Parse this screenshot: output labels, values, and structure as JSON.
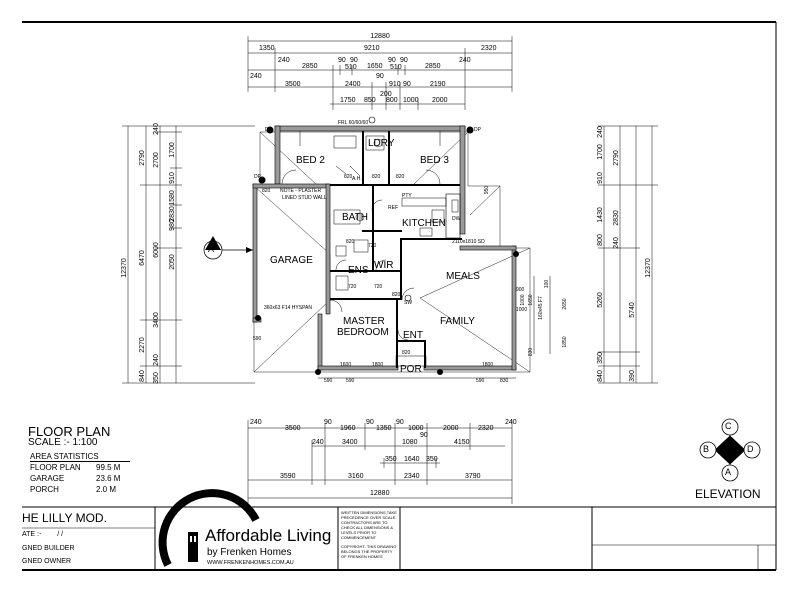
{
  "header": {
    "floor_plan_title": "FLOOR PLAN",
    "scale": "SCALE :- 1:100",
    "area_heading": "AREA STATISTICS",
    "areas": [
      {
        "name": "FLOOR PLAN",
        "value": "99.5 M"
      },
      {
        "name": "GARAGE",
        "value": "23.6 M"
      },
      {
        "name": "PORCH",
        "value": "2.0 M"
      }
    ]
  },
  "rooms": {
    "bed2": "BED 2",
    "bed3": "BED 3",
    "ldry": "LDRY",
    "bath": "BATH",
    "kitchen": "KITCHEN",
    "garage": "GARAGE",
    "meals": "MEALS",
    "ens": "ENS",
    "wir": "WIR",
    "master": "MASTER",
    "bedroom": "BEDROOM",
    "family": "FAMILY",
    "ent": "ENT",
    "por": "POR"
  },
  "notes": {
    "plaster": "NOTE - PLASTER",
    "plaster2": "LINED STUD WALL",
    "frl": "FRL 60/60/60",
    "hyspan": "360x63 F14 HYSPAN",
    "sd": "2110x1810 SD",
    "dp": "DP",
    "sw": "SW",
    "ref": "REF",
    "pty": "PTY",
    "dw": "DW",
    "ac": "A.H."
  },
  "dims": {
    "top_overall": "12880",
    "top_row1": [
      "1350",
      "9210",
      "2320"
    ],
    "top_row2": [
      "240",
      "2850",
      "90",
      "90",
      "1650",
      "90",
      "90",
      "2850",
      "240"
    ],
    "top_row2b": [
      "510",
      "510"
    ],
    "top_row3": [
      "240",
      "90",
      "3500",
      "2400",
      "910",
      "90",
      "2190"
    ],
    "top_row3b": [
      "200"
    ],
    "top_row4": [
      "1750",
      "850",
      "800",
      "1000",
      "2000"
    ],
    "left_outer": "12370",
    "left_col1": [
      "2790",
      "6470",
      "2270",
      "840"
    ],
    "left_col2": [
      "240",
      "2700",
      "6000",
      "3400",
      "240",
      "350"
    ],
    "left_col3": [
      "1700",
      "910",
      "1580",
      "980",
      "2050",
      "2830",
      "90",
      "90",
      "90",
      "90"
    ],
    "right_outer": "12370",
    "right_col1": [
      "240",
      "1700",
      "910",
      "1430",
      "800",
      "5260",
      "350",
      "840"
    ],
    "right_col2": [
      "2790",
      "2830",
      "240",
      "5740",
      "390"
    ],
    "right_inner": [
      "950",
      "900",
      "1000",
      "100",
      "1650",
      "2650",
      "1850",
      "830",
      "160x45 F7",
      "1000"
    ],
    "bottom_row1": [
      "240",
      "3500",
      "90",
      "1960",
      "90",
      "1350",
      "90",
      "1000",
      "2000",
      "2320",
      "240"
    ],
    "bottom_row2": [
      "240",
      "3400",
      "1080",
      "4150",
      "90"
    ],
    "bottom_row3": [
      "350",
      "1640",
      "350"
    ],
    "bottom_row4": [
      "3590",
      "3160",
      "2340",
      "3790"
    ],
    "bottom_overall": "12880",
    "small_bottom": [
      "590",
      "590",
      "1600",
      "1800",
      "1800",
      "590",
      "830"
    ],
    "left_bottom": [
      "590"
    ],
    "small_labels": [
      "820",
      "820",
      "820",
      "820",
      "820",
      "720",
      "720",
      "820",
      "820",
      "720"
    ]
  },
  "elevation": {
    "label": "ELEVATION",
    "marks": [
      "A",
      "B",
      "C",
      "D"
    ],
    "side_marker": "A"
  },
  "title_block": {
    "project": "HE LILLY MOD.",
    "date_label": "ATE :-",
    "date_value": "/    /",
    "signed_builder": "GNED BUILDER",
    "signed_owner": "GNED OWNER",
    "brand": "Affordable Living",
    "brand_sub": "by Frenken Homes",
    "brand_url": "WWW.FRENKENHOMES.COM.AU",
    "note1": "WRITTEN DIMENSIONS TAKE PRECEDENCE OVER SCALE. CONTRACTORS ARE TO CHECK ALL DIMENSIONS & LEVELS PRIOR TO COMMENCEMENT",
    "note2": "COPYRIGHT- THIS DRAWING BELONGS THE PROPERTY OF FRENKEN HOMES"
  }
}
